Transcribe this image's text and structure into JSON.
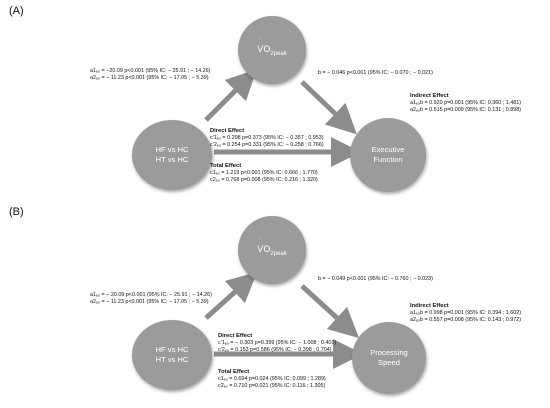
{
  "panels": [
    {
      "label": "(A)",
      "mediator": {
        "symbol": "V",
        "dot": "˙",
        "main": "O",
        "sub": "2peak"
      },
      "predictor_lines": [
        "HF vs HC",
        "HT vs HC"
      ],
      "outcome_lines": [
        "Executive",
        "Function"
      ],
      "a_paths": [
        "a1ₑₒ = −20.09  p<0.001 (95% IC: − 25.91 ; − 14.26)",
        "a2ₑₒ = − 11.23  p<0.001 (95% IC: − 17.05 ; − 5.39)"
      ],
      "b_path": "b = − 0.046 p<0.001 (95% IC: − 0.070 ; − 0.021)",
      "direct_title": "Direct Effect",
      "direct_lines": [
        "c’1ₑₒ = 0.298 p=0.373 (95% IC: − 0.357 ; 0.953)",
        "c’2ₑₒ = 0.254 p=0.331 (95% IC: − 0.258 ; 0.766)"
      ],
      "total_title": "Total Effect",
      "total_lines": [
        "c1ₑₒ = 1.219  p<0.001 (95% IC: 0.666 ; 1.770)",
        "c2ₑₒ = 0.768  p=0.008 (95% IC: 0.216 ; 1.320)"
      ],
      "indirect_title": "Indirect Effect",
      "indirect_lines": [
        "a1ₑₒb = 0.920  p=0.001 (95% IC: 0.360 ; 1.481)",
        "a2ₑₒb = 0.515  p=0.009 (95% IC: 0.131 ; 0.898)"
      ]
    },
    {
      "label": "(B)",
      "mediator": {
        "symbol": "V",
        "dot": "˙",
        "main": "O",
        "sub": "2peak"
      },
      "predictor_lines": [
        "HF vs HC",
        "HT vs HC"
      ],
      "outcome_lines": [
        "Processing",
        "Speed"
      ],
      "a_paths": [
        "a1ₑₒ = − 20.09  p<0.001 (95% IC: − 25.91 ; − 14.26)",
        "a2ₑₒ = − 11.23  p<0.001 (95% IC: − 17.05 ; − 5.39)"
      ],
      "b_path": "b = − 0.049  p<0.001 (95% IC: − 0.760 ; − 0.023)",
      "direct_title": "Direct Effect",
      "direct_lines": [
        "c’1ₑₒ = − 0.303   p=0.399 (95% IC: − 1.008 ; 0.401)",
        "c’2ₑₒ = 0.153  p=0.586 (95% IC: − 0.398 ; 0.704)"
      ],
      "total_title": "Total Effect",
      "total_lines": [
        "c1ₑₒ = 0.694  p=0.024 (95% IC: 0.099 ; 1.289)",
        "c2ₑₒ = 0.710  p=0.021 (95% IC: 0.116 ; 1.305)"
      ],
      "indirect_title": "Indirect Effect",
      "indirect_lines": [
        "a1ₑₒb = 0.998  p=0.001 (95% IC: 0.394 ; 1.602)",
        "a2ₑₒb = 0.557  p=0.008 (95% IC: 0.143 ; 0.972)"
      ]
    }
  ],
  "colors": {
    "node_fill": "#9b9b9b",
    "arrow": "#8c8c8c",
    "text": "#111111"
  }
}
